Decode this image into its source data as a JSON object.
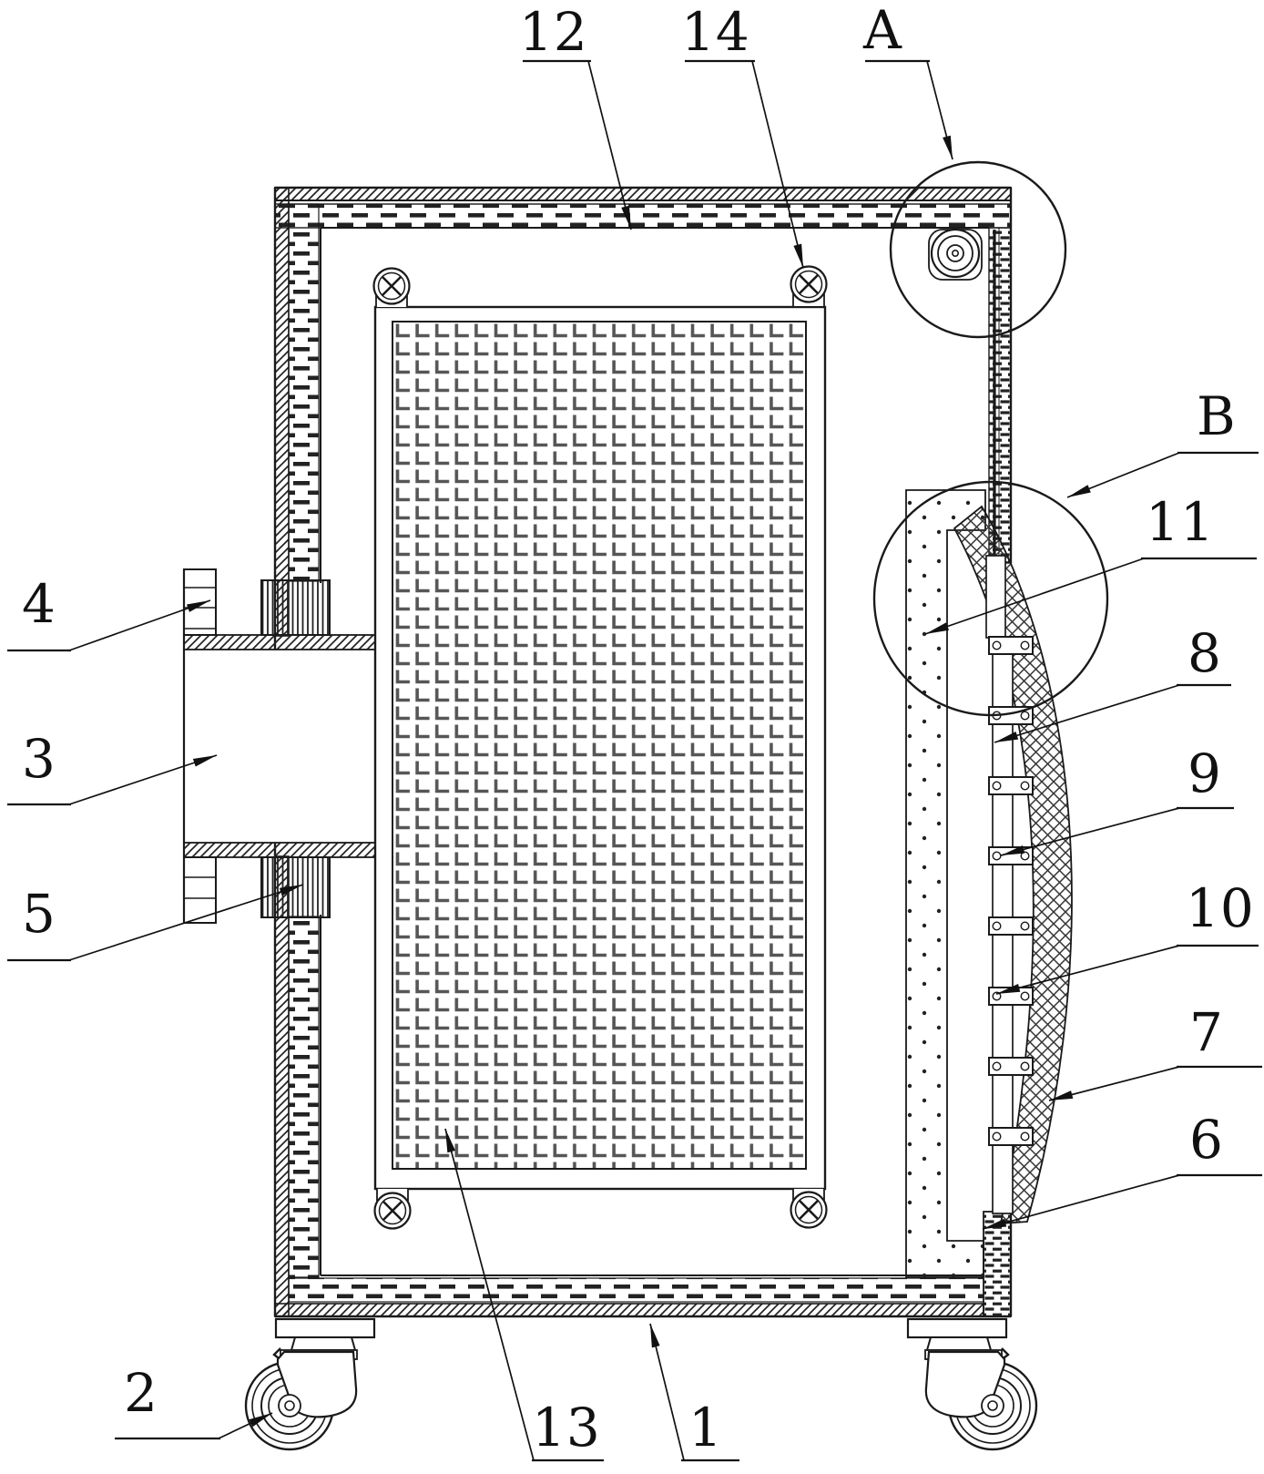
{
  "figure": {
    "background_color": "#ffffff",
    "line_color": "#1a1a1a",
    "reference_labels": [
      {
        "text": "12"
      },
      {
        "text": "14"
      },
      {
        "text": "A"
      },
      {
        "text": "B"
      },
      {
        "text": "11"
      },
      {
        "text": "8"
      },
      {
        "text": "9"
      },
      {
        "text": "10"
      },
      {
        "text": "7"
      },
      {
        "text": "6"
      },
      {
        "text": "4"
      },
      {
        "text": "3"
      },
      {
        "text": "5"
      },
      {
        "text": "2"
      },
      {
        "text": "13"
      },
      {
        "text": "1"
      }
    ]
  }
}
